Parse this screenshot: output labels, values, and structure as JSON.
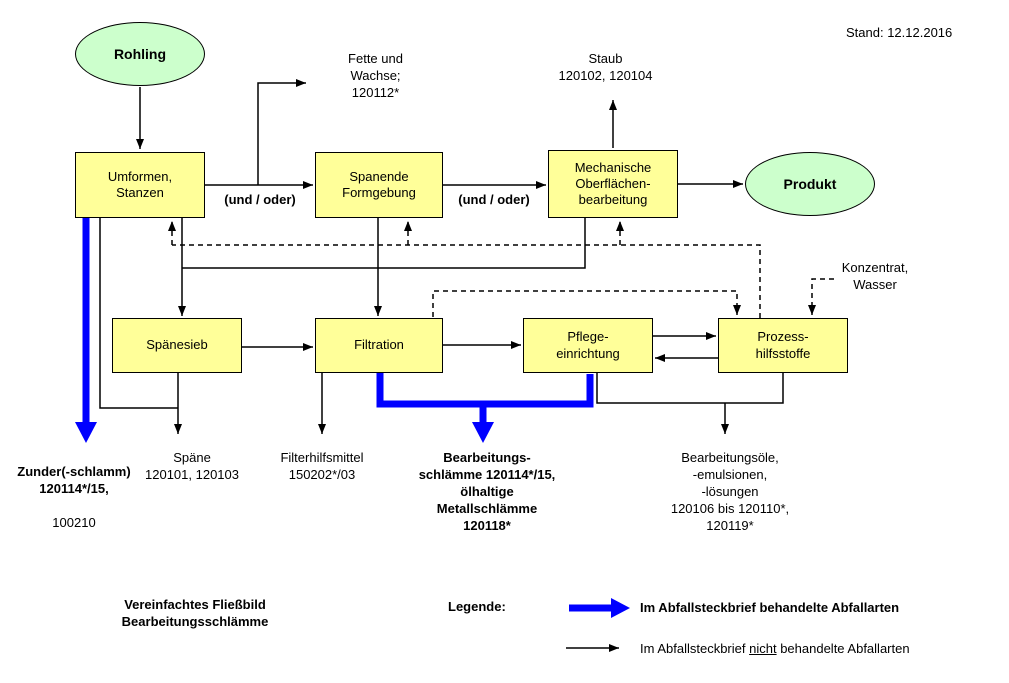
{
  "meta": {
    "stand": "Stand: 12.12.2016"
  },
  "nodes": {
    "rohling": "Rohling",
    "produkt": "Produkt",
    "umformen": "Umformen,\nStanzen",
    "spanende": "Spanende\nFormgebung",
    "mechanische": "Mechanische\nOberflächen-\nbearbeitung",
    "spaenesieb": "Spänesieb",
    "filtration": "Filtration",
    "pflege": "Pflege-\neinrichtung",
    "prozess": "Prozess-\nhilfsstoffe"
  },
  "connectors": {
    "und_oder_1": "(und / oder)",
    "und_oder_2": "(und / oder)"
  },
  "annotations": {
    "fette": "Fette und\nWachse;\n120112*",
    "staub": "Staub\n120102, 120104",
    "konzentrat": "Konzentrat,\nWasser"
  },
  "outputs": {
    "zunder_bold": "Zunder(-schlamm)\n120114*/15,",
    "zunder_normal": "100210",
    "spaene": "Späne\n120101, 120103",
    "filterhilfsmittel": "Filterhilfsmittel\n150202*/03",
    "bearbeitungsschlaemme": "Bearbeitungs-\nschlämme 120114*/15,\nölhaltige\nMetallschlämme\n120118*",
    "oele": "Bearbeitungsöle,\n-emulsionen,\n-lösungen\n120106 bis 120110*,\n120119*"
  },
  "legend": {
    "caption": "Vereinfachtes Fließbild\nBearbeitungsschlämme",
    "title": "Legende:",
    "blue_label": "Im Abfallsteckbrief behandelte Abfallarten",
    "black_label_part1": "Im Abfallsteckbrief ",
    "black_label_nicht": "nicht",
    "black_label_part2": " behandelte Abfallarten"
  },
  "colors": {
    "box_fill": "#FFFF99",
    "ellipse_fill": "#CCFFCC",
    "highlight_blue": "#0000FF",
    "line_black": "#000000"
  }
}
